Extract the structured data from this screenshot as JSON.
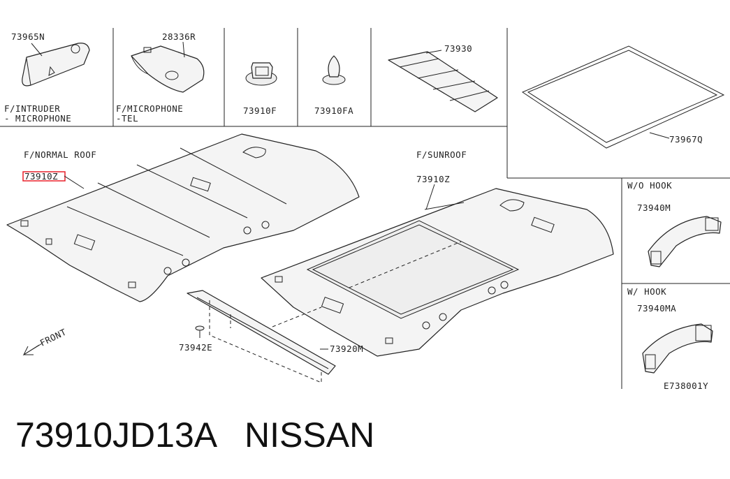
{
  "panels": {
    "intruder_mic": {
      "part_no": "73965N",
      "caption_1": "F/INTRUDER",
      "caption_2": "- MICROPHONE"
    },
    "mic_tel": {
      "part_no": "28336R",
      "caption_1": "F/MICROPHONE",
      "caption_2": "-TEL"
    },
    "clip_a": {
      "part_no": "73910F"
    },
    "clip_b": {
      "part_no": "73910FA"
    },
    "pad": {
      "part_no": "73930"
    },
    "weatherstrip": {
      "part_no": "73967Q"
    }
  },
  "normal_roof": {
    "caption": "F/NORMAL ROOF",
    "part_no": "73910Z"
  },
  "sunroof": {
    "caption": "F/SUNROOF",
    "part_no": "73910Z"
  },
  "clip_e": {
    "part_no": "73942E"
  },
  "garnish": {
    "part_no": "73920M"
  },
  "front_arrow": {
    "label": "FRONT"
  },
  "assist_grip_wo": {
    "caption": "W/O HOOK",
    "part_no": "73940M"
  },
  "assist_grip_w": {
    "caption": "W/ HOOK",
    "part_no": "73940MA"
  },
  "diagram_id": "E738001Y",
  "footer": {
    "part_number": "73910JD13A",
    "brand": "NISSAN"
  },
  "colors": {
    "line": "#222222",
    "highlight_box": "#e8202a",
    "fill": "#f4f4f4"
  }
}
